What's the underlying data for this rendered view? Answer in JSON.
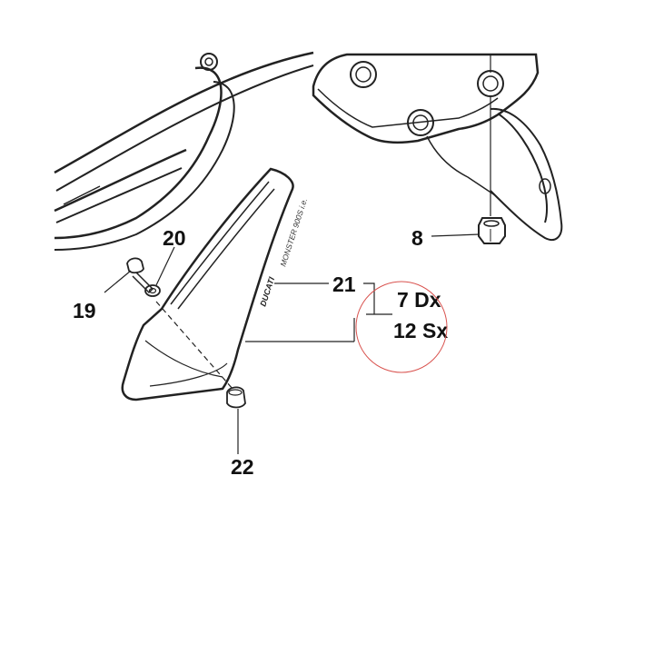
{
  "callouts": {
    "part_8": "8",
    "part_19": "19",
    "part_20": "20",
    "part_21": "21",
    "part_22": "22",
    "ref_dx": "7 Dx",
    "ref_sx": "12 Sx"
  },
  "decal": {
    "brand": "DUCATI",
    "model": "MONSTER 900S i.e."
  },
  "colors": {
    "line": "#222222",
    "highlight_circle": "#d9534f"
  }
}
